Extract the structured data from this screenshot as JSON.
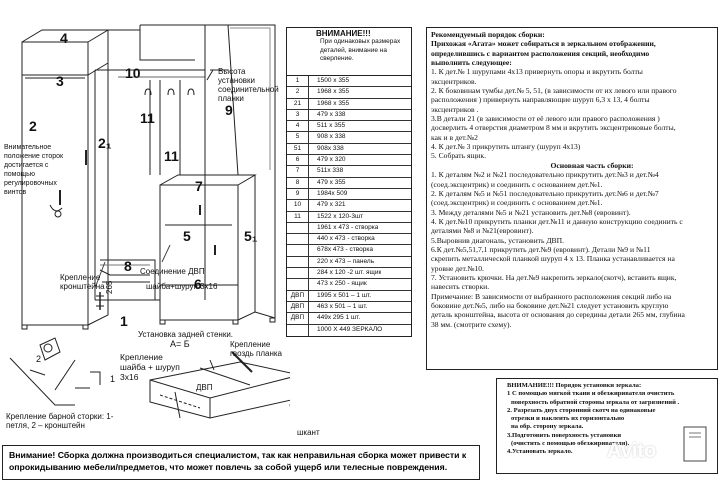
{
  "drawing": {
    "labels": [
      "4",
      "3",
      "2",
      "2₁",
      "10",
      "11",
      "11",
      "7",
      "5",
      "5₁",
      "8",
      "6",
      "1",
      "9",
      "265"
    ],
    "bar_note": "Внимательное положение сторок достигается с помощью регулировочных винтов",
    "rail_note": "Высота установки соединительной планки",
    "bracket_note": "Крепление кронштейна",
    "connect_note": "Соединение ДВП",
    "screw_note": "шайба+шуруп 3х16",
    "back_note": "Установка задней стенки.",
    "rod_caption": "Крепление барной сторки: 1- петля, 2 – кронштейн",
    "mount_label": "Крепление шайба + шуруп 3х16",
    "ab_label": "А= Б",
    "nail_label": "Крепление гвоздь планка",
    "dvp_label": "ДВП",
    "shkant_label": "шкант",
    "small_labels": [
      "2",
      "1"
    ]
  },
  "parts": {
    "title": "ВНИМАНИЕ!!!",
    "note": "При одинаковых размерах деталей, внимание на сверление.",
    "rows": [
      {
        "n": "1",
        "size": "1500 х 355"
      },
      {
        "n": "2",
        "size": "1968 х 355"
      },
      {
        "n": "21",
        "size": "1968 х 355"
      },
      {
        "n": "3",
        "size": "479 х 338"
      },
      {
        "n": "4",
        "size": "511 х 355"
      },
      {
        "n": "5",
        "size": "908 х 338"
      },
      {
        "n": "51",
        "size": "908х 338"
      },
      {
        "n": "6",
        "size": "479 х 320"
      },
      {
        "n": "7",
        "size": "511х 338"
      },
      {
        "n": "8",
        "size": "479 х 355"
      },
      {
        "n": "9",
        "size": "1984х 509"
      },
      {
        "n": "10",
        "size": "479 х 321"
      },
      {
        "n": "11",
        "size": "1522 х 120-3шт"
      },
      {
        "n": "",
        "size": "1961 х 473 - створка"
      },
      {
        "n": "",
        "size": "440 х 473 - створка"
      },
      {
        "n": "",
        "size": "678х 473 - створка"
      },
      {
        "n": "",
        "size": "220 х 473 – панель"
      },
      {
        "n": "",
        "size": "284 х 120 -2 шт. ящик"
      },
      {
        "n": "",
        "size": "473 х 250 - ящик"
      },
      {
        "n": "ДВП",
        "size": "1995 х 501 – 1 шт."
      },
      {
        "n": "ДВП",
        "size": "463 х 501 – 1 шт."
      },
      {
        "n": "ДВП",
        "size": "449х 295  1 шт."
      },
      {
        "n": "",
        "size": "1000 Х 449 ЗЕРКАЛО"
      }
    ]
  },
  "instructions": {
    "l01": "Рекомендуемый порядок сборки:",
    "l02": "Прихожая «Агата» может собираться в зеркальном отображении,",
    "l03": "определившись с вариантом расположения секций, необходимо",
    "l04": "выполнить следующее:",
    "l05": "1. К дет.№ 1 шурупами 4х13 привернуть опоры и вкрутить болты",
    "l06": "эксцентриков.",
    "l07": "2. К боковинам тумбы дет.№ 5, 51, (в зависимости от их левого или правого",
    "l08": "расположения ) привернуть  направляющие шуруп 6,3 х 13, 4 болты",
    "l09": "эксцентриков .",
    "l10": "3.В детали  21 (в зависимости от её левого или правого расположения )",
    "l11": "досверлить 4 отверстия диаметром 8 мм и вкрутить эксцентриковые болты,",
    "l12": "как и в дет.№2",
    "l13": "4. К дет.№ 3 прикрутить штангу (шуруп 4х13)",
    "l14": "5. Собрать ящик.",
    "l15": "Основная часть сборки:",
    "l16": "1. К деталям №2 и №21 последовательно прикрутить дет.№3 и дет.№4",
    "l17": "(соед.эксцентрик) и соединить с основанием дет.№1.",
    "l18": "2. К деталям №5 и №51 последовательно прикрутить дет.№6 и дет.№7",
    "l19": "(соед.эксцентрик) и соединить с основанием дет.№1.",
    "l20": "3. Между деталями №5 и №21 установить дет.№8 (евровинт).",
    "l21": "4. К дет.№10 прикрутить планки дет.№11 и данную конструкцию соединить с",
    "l22": "деталями №8 и №21(евровинт).",
    "l23": "5.Выровнив диагональ, установить   ДВП.",
    "l24": "6.К дет.№5,51,7,1 прикрутить дет.№9 (евровинт). Детали №9 и №11",
    "l25": "скрепить металлической планкой шуруп 4 х 13. Планка устанавливается на",
    "l26": "уровне дет.№10.",
    "l27": "7. Установить крючки. На дет.№9 накрепить зеркало(скотч), вставить ящик,",
    "l28": "навесить створки.",
    "l29": "Примечание: В зависимости от выбранного расположения секций либо на",
    "l30": "боковине дет.№5, либо на боковине дет.№21 следует установить круглую",
    "l31": "деталь кронштейна, высота от основания до середины детали 265 мм, глубина",
    "l32": "38 мм. (смотрите схему)."
  },
  "mirror": {
    "l1": "ВНИМАНИЕ!!! Порядок установки зеркала:",
    "l2": "1 С помощью мягкой ткани и обезжиривателя очистить",
    "l3": "поверхность обратной стороны зеркала от загрязнений .",
    "l4": "2. Разрезать двух сторонний скотч на  одинаковые",
    "l5": "отрезки и наклеить их  горизонтально",
    "l6": "на обр. сторону зеркала.",
    "l7": "3.Подготовить поверхность установки",
    "l8": "(очистить с помощью обезжиривателя).",
    "l9": "4.Установать зеркало."
  },
  "warning": {
    "l1": "Внимание! Сборка должна производиться специалистом, так как неправильная сборка может привести к",
    "l2": "опрокидыванию мебели/предметов, что может повлечь  за собой ущерб или телесные повреждения."
  },
  "watermark": "Avito"
}
